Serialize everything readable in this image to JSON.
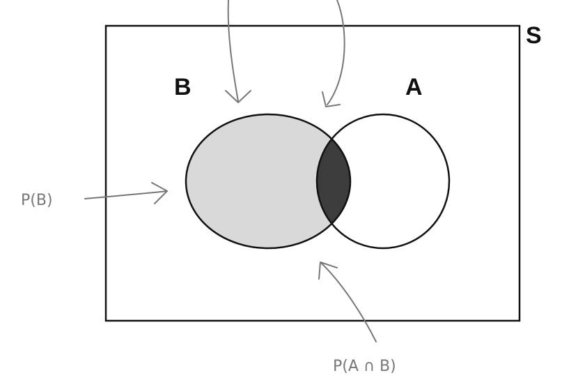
{
  "labels": {
    "sample_space": "S",
    "set_b": "B",
    "set_a": "A",
    "prob_b": "P(B)",
    "prob_intersection": "P(A ∩ B)"
  },
  "colors": {
    "outline": "#111111",
    "set_b_fill": "#d9d9d9",
    "intersection_fill": "#3c3c3c",
    "annotation": "#777777",
    "background": "#ffffff"
  }
}
